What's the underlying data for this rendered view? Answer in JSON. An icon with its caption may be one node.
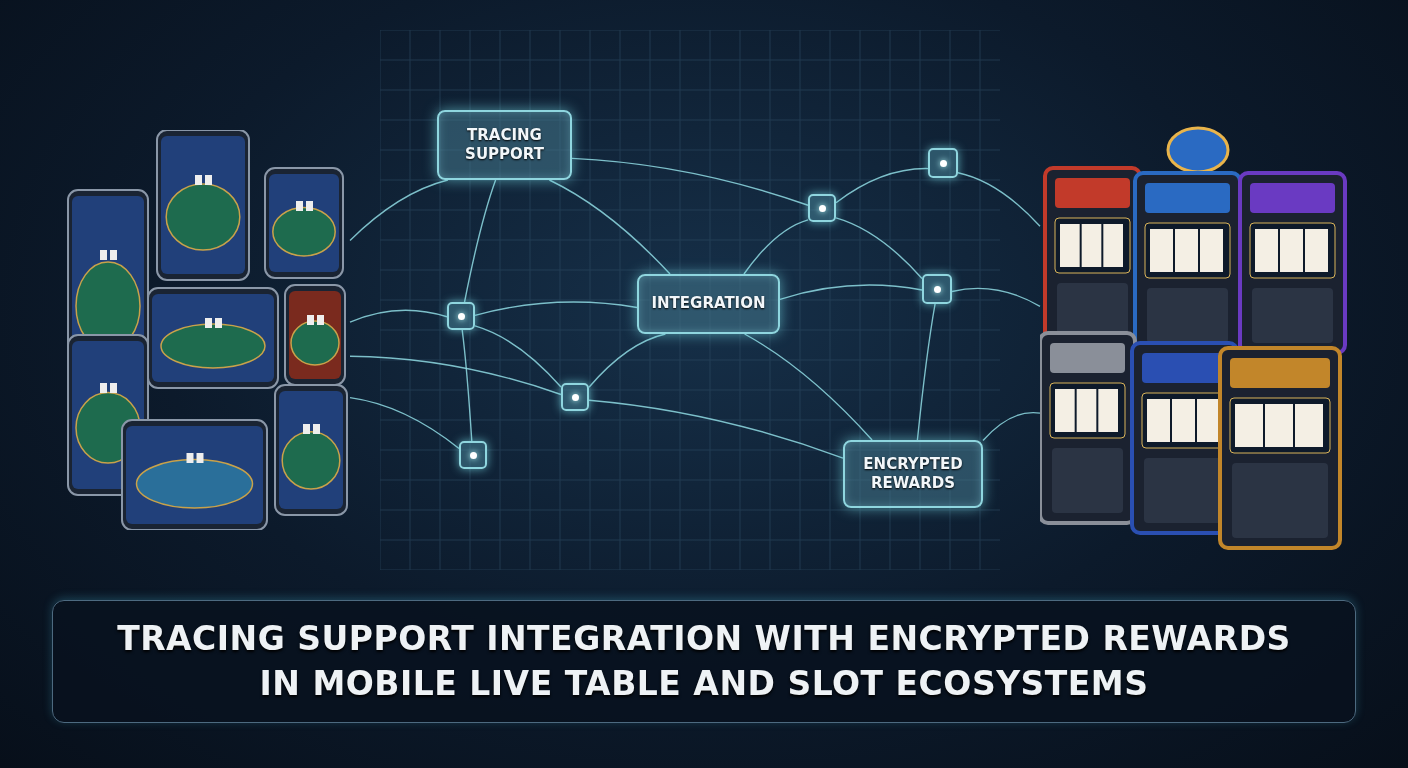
{
  "diagram": {
    "title": "TRACING SUPPORT INTEGRATION WITH ENCRYPTED REWARDS IN MOBILE LIVE TABLE AND SLOT ECOSYSTEMS",
    "nodes": [
      {
        "text": [],
        "shape": "picture"
      },
      {
        "text": [
          "TRACING SUPPORT"
        ]
      },
      {
        "text": [],
        "shape": "box"
      },
      {
        "text": [
          "INTEGRATION"
        ]
      },
      {
        "text": [],
        "shape": "box"
      },
      {
        "text": [],
        "shape": "box"
      },
      {
        "text": [],
        "shape": "box"
      },
      {
        "text": [],
        "shape": "box"
      },
      {
        "text": [],
        "shape": "box"
      },
      {
        "text": [
          "ENCRYPTED REWARDS"
        ]
      },
      {
        "text": [],
        "shape": "picture"
      }
    ],
    "edges": [
      {
        "from": 0,
        "to": 1,
        "arrow": "none"
      },
      {
        "from": 0,
        "to": 2,
        "arrow": "none"
      },
      {
        "from": 0,
        "to": 4,
        "arrow": "none"
      },
      {
        "from": 0,
        "to": 5,
        "arrow": "none"
      },
      {
        "from": 1,
        "to": 2,
        "arrow": "none"
      },
      {
        "from": 1,
        "to": 3,
        "arrow": "none"
      },
      {
        "from": 1,
        "to": 6,
        "arrow": "none"
      },
      {
        "from": 2,
        "to": 3,
        "arrow": "none"
      },
      {
        "from": 2,
        "to": 4,
        "arrow": "none"
      },
      {
        "from": 2,
        "to": 5,
        "arrow": "none"
      },
      {
        "from": 4,
        "to": 3,
        "arrow": "none"
      },
      {
        "from": 4,
        "to": 9,
        "arrow": "none"
      },
      {
        "from": 3,
        "to": 6,
        "arrow": "none"
      },
      {
        "from": 3,
        "to": 8,
        "arrow": "none"
      },
      {
        "from": 3,
        "to": 9,
        "arrow": "none"
      },
      {
        "from": 6,
        "to": 7,
        "arrow": "none"
      },
      {
        "from": 6,
        "to": 8,
        "arrow": "none"
      },
      {
        "from": 8,
        "to": 9,
        "arrow": "none"
      },
      {
        "from": 7,
        "to": 10,
        "arrow": "none"
      },
      {
        "from": 8,
        "to": 10,
        "arrow": "none"
      },
      {
        "from": 9,
        "to": 10,
        "arrow": "none"
      }
    ]
  }
}
